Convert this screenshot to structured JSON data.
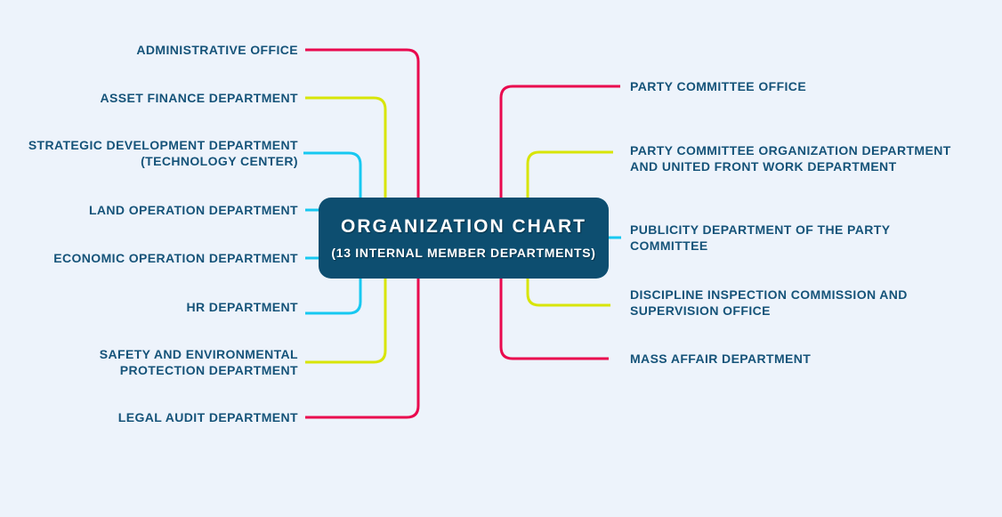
{
  "background_color": "#edf3fb",
  "center": {
    "title": "ORGANIZATION CHART",
    "subtitle": "(13 INTERNAL MEMBER DEPARTMENTS)",
    "bg_color": "#0d4e70",
    "text_color": "#ffffff"
  },
  "colors": {
    "crimson": "#e9094e",
    "lime": "#d8e506",
    "cyan": "#17c8f1",
    "label_text": "#155379"
  },
  "left_departments": [
    "ADMINISTRATIVE OFFICE",
    "ASSET FINANCE DEPARTMENT",
    "STRATEGIC DEVELOPMENT DEPARTMENT\n(TECHNOLOGY CENTER)",
    "LAND OPERATION DEPARTMENT",
    "ECONOMIC OPERATION DEPARTMENT",
    "HR DEPARTMENT",
    "SAFETY AND ENVIRONMENTAL\nPROTECTION DEPARTMENT",
    "LEGAL AUDIT DEPARTMENT"
  ],
  "right_departments": [
    "PARTY COMMITTEE OFFICE",
    "PARTY COMMITTEE ORGANIZATION DEPARTMENT\nAND UNITED FRONT WORK DEPARTMENT",
    "PUBLICITY DEPARTMENT OF THE PARTY\nCOMMITTEE",
    "DISCIPLINE INSPECTION COMMISSION AND\nSUPERVISION OFFICE",
    "MASS AFFAIR DEPARTMENT"
  ]
}
